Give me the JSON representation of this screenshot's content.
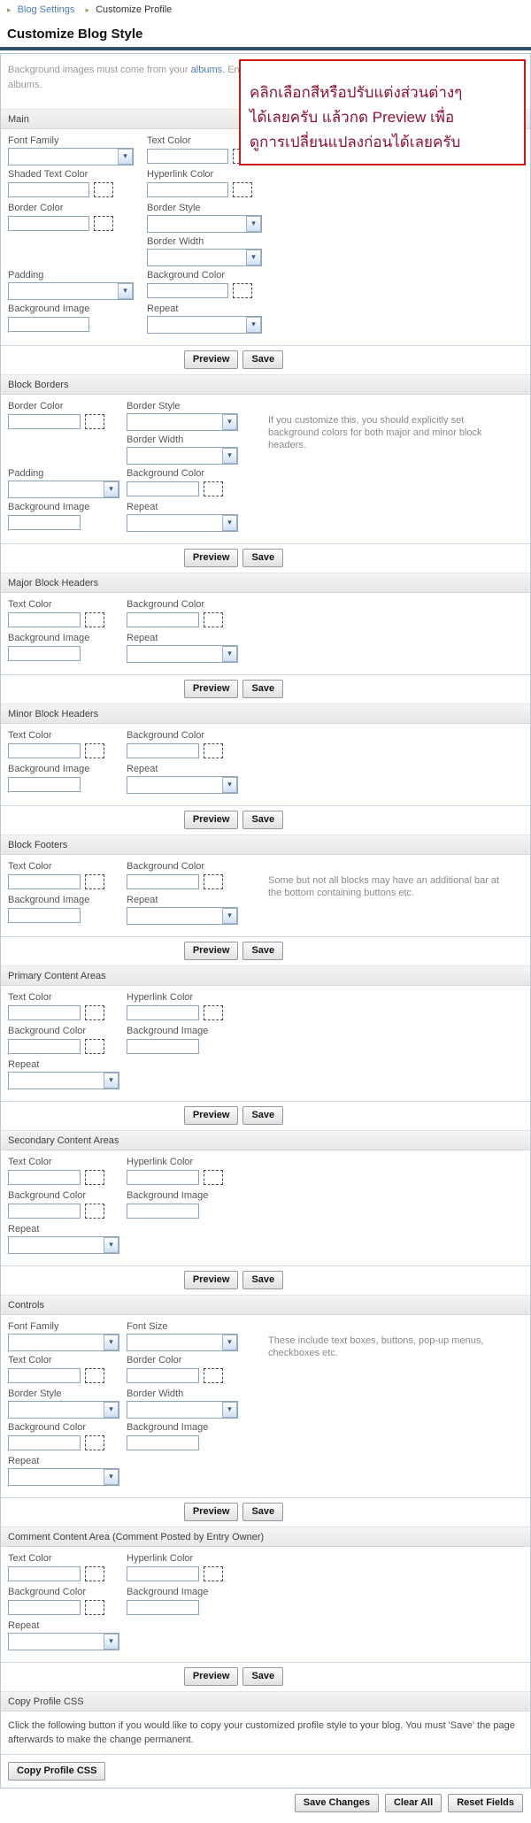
{
  "icons": {
    "breadcrumb_arrow": "▸",
    "dropdown_arrow": "▾"
  },
  "colors": {
    "accent_navy": "#33506d",
    "link_blue": "#4a7db0",
    "input_border": "#8aa5bd",
    "overlay_border": "#cc1818",
    "overlay_text": "#8c1030"
  },
  "breadcrumb": {
    "items": [
      {
        "label": "Blog Settings"
      },
      {
        "label": "Customize Profile"
      }
    ]
  },
  "page_title": "Customize Blog Style",
  "intro": {
    "prefix": "Background images must come from your ",
    "albums_link": "albums",
    "suffix": ". Enter the U",
    "line2": "albums."
  },
  "overlay": {
    "lines": [
      "คลิกเลือกสีหรือปรับแต่งส่วนต่างๆ",
      "ได้เลยครับ แล้วกด Preview เพื่อ",
      "ดูการเปลี่ยนแปลงก่อนได้เลยครับ"
    ]
  },
  "buttons": {
    "preview": "Preview",
    "save": "Save"
  },
  "sections": [
    {
      "id": "main",
      "title": "Main",
      "wide": true,
      "note": "",
      "rows": [
        [
          {
            "label": "Font Family",
            "type": "select"
          },
          {
            "label": "Text Color",
            "type": "color"
          }
        ],
        [
          {
            "label": "Shaded Text Color",
            "type": "color"
          },
          {
            "label": "Hyperlink Color",
            "type": "color"
          }
        ],
        [
          {
            "label": "Border Color",
            "type": "color"
          },
          {
            "label": "Border Style",
            "type": "select"
          }
        ],
        [
          null,
          {
            "label": "Border Width",
            "type": "select"
          }
        ],
        [
          {
            "label": "Padding",
            "type": "select"
          },
          {
            "label": "Background Color",
            "type": "color"
          }
        ],
        [
          {
            "label": "Background Image",
            "type": "text"
          },
          {
            "label": "Repeat",
            "type": "select"
          }
        ]
      ]
    },
    {
      "id": "block-borders",
      "title": "Block Borders",
      "wide": false,
      "note": "If you customize this, you should explicitly set background colors for both major and minor block headers.",
      "rows": [
        [
          {
            "label": "Border Color",
            "type": "color"
          },
          {
            "label": "Border Style",
            "type": "select"
          }
        ],
        [
          null,
          {
            "label": "Border Width",
            "type": "select"
          }
        ],
        [
          {
            "label": "Padding",
            "type": "select"
          },
          {
            "label": "Background Color",
            "type": "color"
          }
        ],
        [
          {
            "label": "Background Image",
            "type": "text"
          },
          {
            "label": "Repeat",
            "type": "select"
          }
        ]
      ]
    },
    {
      "id": "major-block-headers",
      "title": "Major Block Headers",
      "wide": false,
      "note": "",
      "rows": [
        [
          {
            "label": "Text Color",
            "type": "color"
          },
          {
            "label": "Background Color",
            "type": "color"
          }
        ],
        [
          {
            "label": "Background Image",
            "type": "text"
          },
          {
            "label": "Repeat",
            "type": "select"
          }
        ]
      ]
    },
    {
      "id": "minor-block-headers",
      "title": "Minor Block Headers",
      "wide": false,
      "note": "",
      "rows": [
        [
          {
            "label": "Text Color",
            "type": "color"
          },
          {
            "label": "Background Color",
            "type": "color"
          }
        ],
        [
          {
            "label": "Background Image",
            "type": "text"
          },
          {
            "label": "Repeat",
            "type": "select"
          }
        ]
      ]
    },
    {
      "id": "block-footers",
      "title": "Block Footers",
      "wide": false,
      "note": "Some but not all blocks may have an additional bar at the bottom containing buttons etc.",
      "rows": [
        [
          {
            "label": "Text Color",
            "type": "color"
          },
          {
            "label": "Background Color",
            "type": "color"
          }
        ],
        [
          {
            "label": "Background Image",
            "type": "text"
          },
          {
            "label": "Repeat",
            "type": "select"
          }
        ]
      ]
    },
    {
      "id": "primary-content-areas",
      "title": "Primary Content Areas",
      "wide": false,
      "note": "",
      "rows": [
        [
          {
            "label": "Text Color",
            "type": "color"
          },
          {
            "label": "Hyperlink Color",
            "type": "color"
          }
        ],
        [
          {
            "label": "Background Color",
            "type": "color"
          },
          {
            "label": "Background Image",
            "type": "text"
          }
        ],
        [
          {
            "label": "Repeat",
            "type": "select"
          },
          null
        ]
      ]
    },
    {
      "id": "secondary-content-areas",
      "title": "Secondary Content Areas",
      "wide": false,
      "note": "",
      "rows": [
        [
          {
            "label": "Text Color",
            "type": "color"
          },
          {
            "label": "Hyperlink Color",
            "type": "color"
          }
        ],
        [
          {
            "label": "Background Color",
            "type": "color"
          },
          {
            "label": "Background Image",
            "type": "text"
          }
        ],
        [
          {
            "label": "Repeat",
            "type": "select"
          },
          null
        ]
      ]
    },
    {
      "id": "controls",
      "title": "Controls",
      "wide": false,
      "note": "These include text boxes, buttons, pop-up menus, checkboxes etc.",
      "rows": [
        [
          {
            "label": "Font Family",
            "type": "select"
          },
          {
            "label": "Font Size",
            "type": "select"
          }
        ],
        [
          {
            "label": "Text Color",
            "type": "color"
          },
          {
            "label": "Border Color",
            "type": "color"
          }
        ],
        [
          {
            "label": "Border Style",
            "type": "select"
          },
          {
            "label": "Border Width",
            "type": "select"
          }
        ],
        [
          {
            "label": "Background Color",
            "type": "color"
          },
          {
            "label": "Background Image",
            "type": "text"
          }
        ],
        [
          {
            "label": "Repeat",
            "type": "select"
          },
          null
        ]
      ]
    },
    {
      "id": "comment-content-area",
      "title": "Comment Content Area (Comment Posted by Entry Owner)",
      "wide": false,
      "note": "",
      "rows": [
        [
          {
            "label": "Text Color",
            "type": "color"
          },
          {
            "label": "Hyperlink Color",
            "type": "color"
          }
        ],
        [
          {
            "label": "Background Color",
            "type": "color"
          },
          {
            "label": "Background Image",
            "type": "text"
          }
        ],
        [
          {
            "label": "Repeat",
            "type": "select"
          },
          null
        ]
      ]
    }
  ],
  "copy_css": {
    "title": "Copy Profile CSS",
    "description": "Click the following button if you would like to copy your customized profile style to your blog. You must 'Save' the page afterwards to make the change permanent.",
    "button": "Copy Profile CSS"
  },
  "footer_buttons": [
    {
      "label": "Save Changes"
    },
    {
      "label": "Clear All"
    },
    {
      "label": "Reset Fields"
    }
  ]
}
